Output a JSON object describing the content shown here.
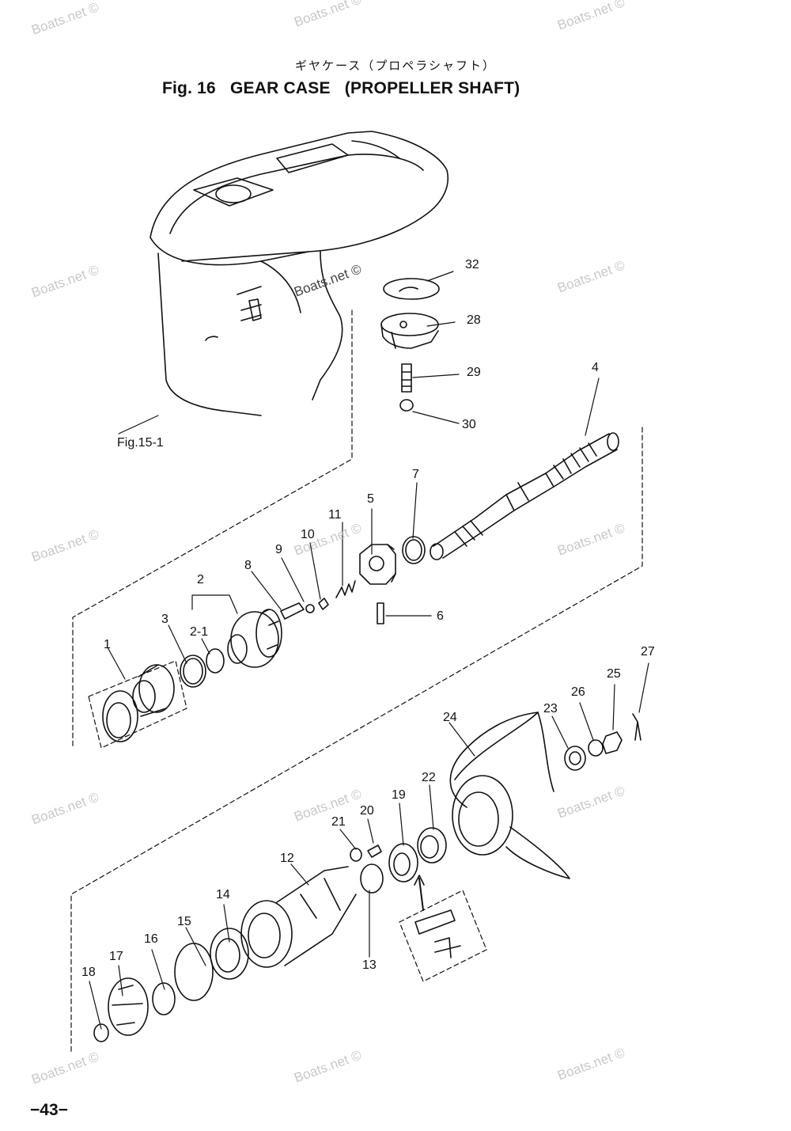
{
  "header": {
    "title_jp": "ギヤケース（プロペラシャフト）",
    "title": "Fig. 16   GEAR CASE   (PROPELLER SHAFT)"
  },
  "reference_label": "Fig.15-1",
  "watermark": "Boats.net ©",
  "page_number": "−43−",
  "part_numbers": [
    "1",
    "2",
    "2-1",
    "3",
    "4",
    "5",
    "6",
    "7",
    "8",
    "9",
    "10",
    "11",
    "12",
    "13",
    "14",
    "15",
    "16",
    "17",
    "18",
    "19",
    "20",
    "21",
    "22",
    "23",
    "24",
    "25",
    "26",
    "27",
    "28",
    "29",
    "30",
    "32"
  ]
}
